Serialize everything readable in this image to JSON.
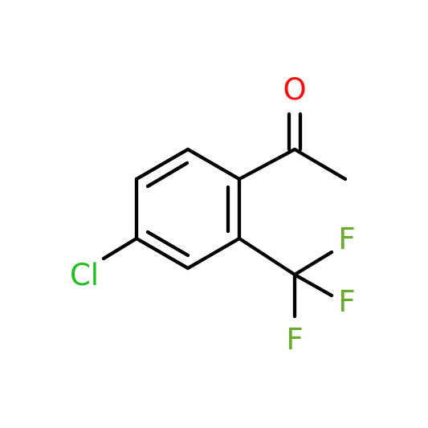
{
  "molecule": {
    "atoms": {
      "oxygen": {
        "symbol": "O",
        "color": "#ff0d0d"
      },
      "chlorine": {
        "symbol": "Cl",
        "color": "#1fbf1f"
      },
      "fluorine_1": {
        "symbol": "F",
        "color": "#6aab2a"
      },
      "fluorine_2": {
        "symbol": "F",
        "color": "#6aab2a"
      },
      "fluorine_3": {
        "symbol": "F",
        "color": "#6aab2a"
      }
    },
    "bond_color": "#000000"
  }
}
